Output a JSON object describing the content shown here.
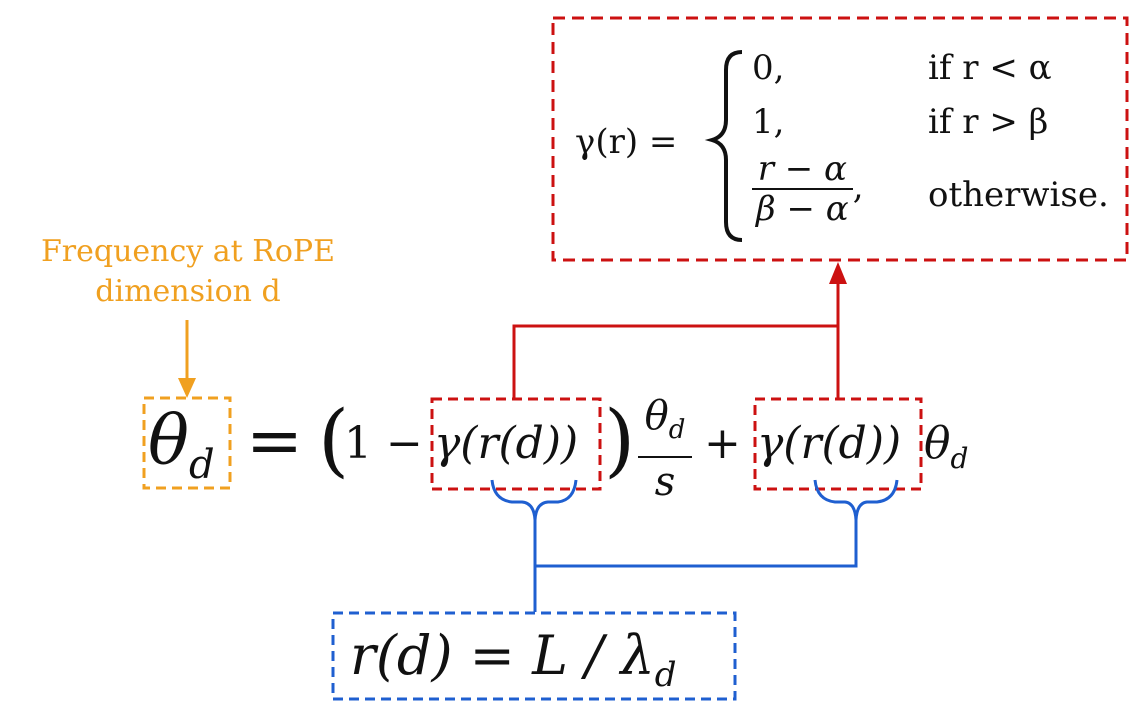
{
  "colors": {
    "orange": "#f0a020",
    "red": "#cc1111",
    "blue": "#1f5fd0",
    "ink": "#111111"
  },
  "annotation": {
    "line1": "Frequency at RoPE",
    "line2": "dimension d"
  },
  "piecewise": {
    "lhs": "γ(r) =",
    "cases": [
      {
        "value": "0,",
        "condition": "if r < α"
      },
      {
        "value": "1,",
        "condition": "if r > β"
      },
      {
        "value_num": "r − α",
        "value_den": "β − α",
        "value_suffix": ",",
        "condition": "otherwise."
      }
    ]
  },
  "main_equation": {
    "lhs_symbol": "θ",
    "lhs_sub": "d",
    "equals": "=",
    "open_paren": "(",
    "one_minus": "1 −",
    "gamma_term_1": "γ(r(d))",
    "close_paren": ")",
    "frac_num_symbol": "θ",
    "frac_num_sub": "d",
    "frac_den": "s",
    "plus": "+",
    "gamma_term_2": "γ(r(d))",
    "tail_symbol": "θ",
    "tail_sub": "d"
  },
  "ratio_definition": {
    "lhs": "r(d) = L / λ",
    "sub": "d"
  }
}
